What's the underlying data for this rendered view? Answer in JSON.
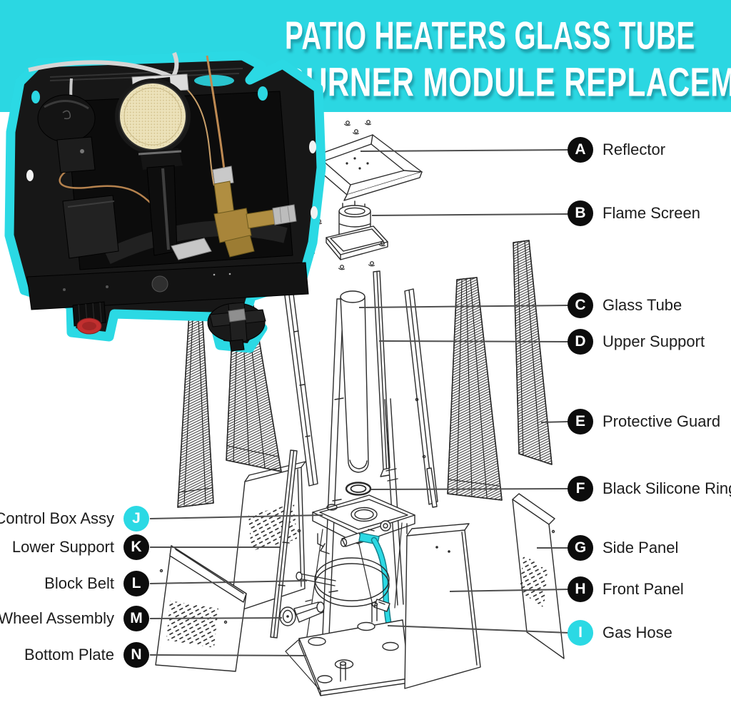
{
  "title": {
    "line1": "PATIO HEATERS GLASS TUBE",
    "line2": "BURNER MODULE REPLACEMENT"
  },
  "callouts": {
    "right": [
      {
        "letter": "A",
        "text": "Reflector"
      },
      {
        "letter": "B",
        "text": "Flame Screen"
      },
      {
        "letter": "C",
        "text": "Glass Tube"
      },
      {
        "letter": "D",
        "text": "Upper Support"
      },
      {
        "letter": "E",
        "text": "Protective Guard"
      },
      {
        "letter": "F",
        "text": "Black Silicone Ring"
      },
      {
        "letter": "G",
        "text": "Side Panel"
      },
      {
        "letter": "H",
        "text": "Front Panel"
      },
      {
        "letter": "I",
        "text": "Gas Hose"
      }
    ],
    "left": [
      {
        "letter": "J",
        "text": "Control Box Assy"
      },
      {
        "letter": "K",
        "text": "Lower Support"
      },
      {
        "letter": "L",
        "text": "Block Belt"
      },
      {
        "letter": "M",
        "text": "Wheel Assembly"
      },
      {
        "letter": "N",
        "text": "Bottom Plate"
      }
    ]
  },
  "colors": {
    "banner": "#2BD7E2",
    "accent": "#2BD9E4",
    "badge_bg": "#0c0c0c",
    "text_dark": "#1c1c1c",
    "leader": "#4e4e4e",
    "ink": "#2b2b2b"
  }
}
